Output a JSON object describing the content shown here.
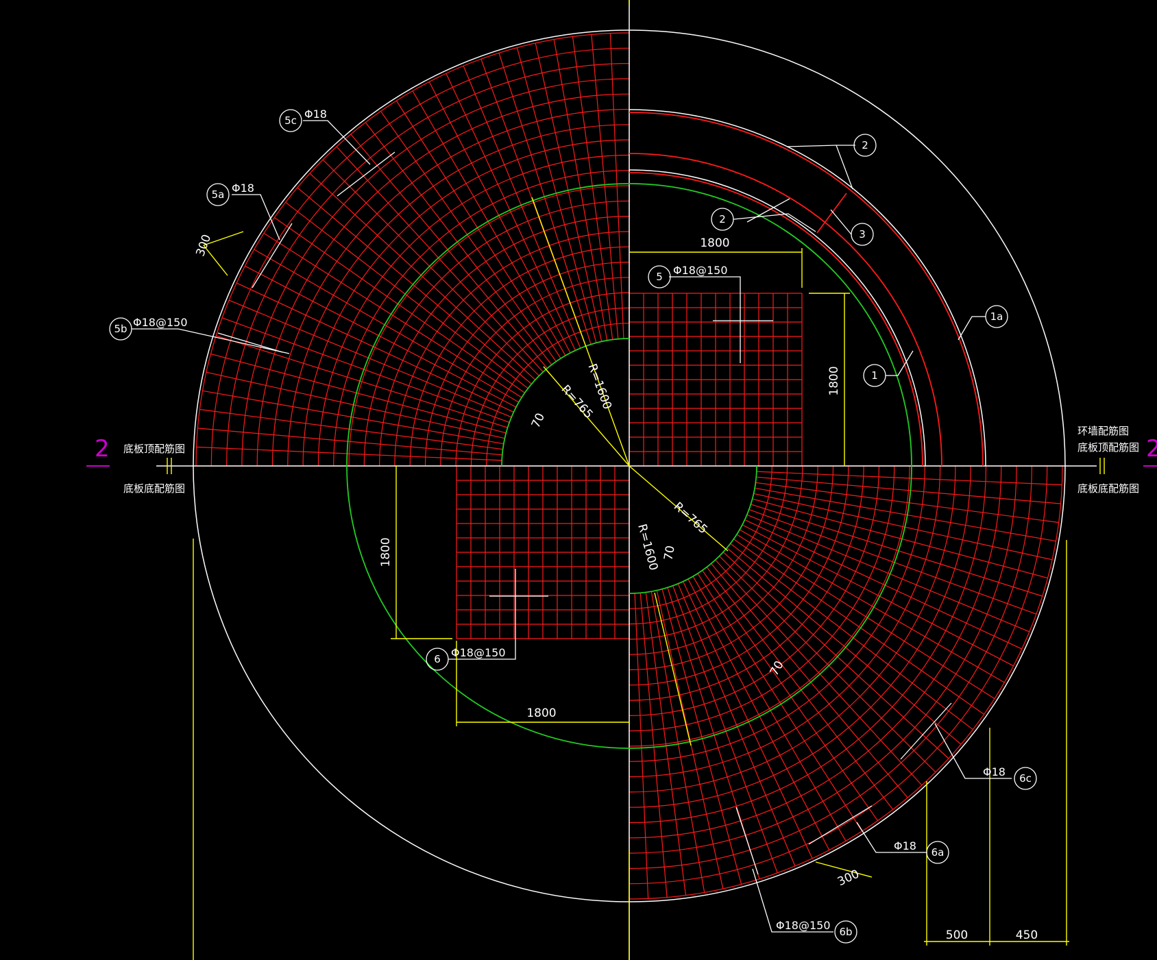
{
  "colors": {
    "background": "#000000",
    "outline": "#ffffff",
    "rebar": "#ff1a1a",
    "wall_ring": "#22cc22",
    "dimension": "#ffff00",
    "section_mark": "#cc00cc",
    "leader": "#ffffff"
  },
  "section_marks": {
    "left": "2",
    "right": "2"
  },
  "view_labels": {
    "left_top": "底板顶配筋图",
    "left_bottom": "底板底配筋图",
    "right_top_1": "环墙配筋图",
    "right_top_2": "底板顶配筋图",
    "right_bottom": "底板底配筋图"
  },
  "callouts": [
    {
      "id": "5c",
      "text": "Φ18"
    },
    {
      "id": "5a",
      "text": "Φ18"
    },
    {
      "id": "5b",
      "text": "Φ18@150"
    },
    {
      "id": "5",
      "text": "Φ18@150"
    },
    {
      "id": "2",
      "text": ""
    },
    {
      "id": "2",
      "text": ""
    },
    {
      "id": "3",
      "text": ""
    },
    {
      "id": "1a",
      "text": ""
    },
    {
      "id": "1",
      "text": ""
    },
    {
      "id": "6",
      "text": "Φ18@150"
    },
    {
      "id": "6c",
      "text": "Φ18"
    },
    {
      "id": "6a",
      "text": "Φ18"
    },
    {
      "id": "6b",
      "text": "Φ18@150"
    }
  ],
  "dimensions": {
    "top_mesh_width": "1800",
    "top_mesh_height": "1800",
    "bottom_mesh_height": "1800",
    "bottom_mesh_width": "1800",
    "spacing_top_left": "300",
    "spacing_bottom_right": "300",
    "radius_outer_top": "R=1600",
    "radius_inner_top": "R=765",
    "radius_inner_bottom": "R=765",
    "radius_outer_bottom": "R=1600",
    "gap_top": "70",
    "gap_bottom_1": "70",
    "gap_bottom_2": "70",
    "base_left": "500",
    "base_right": "450"
  }
}
